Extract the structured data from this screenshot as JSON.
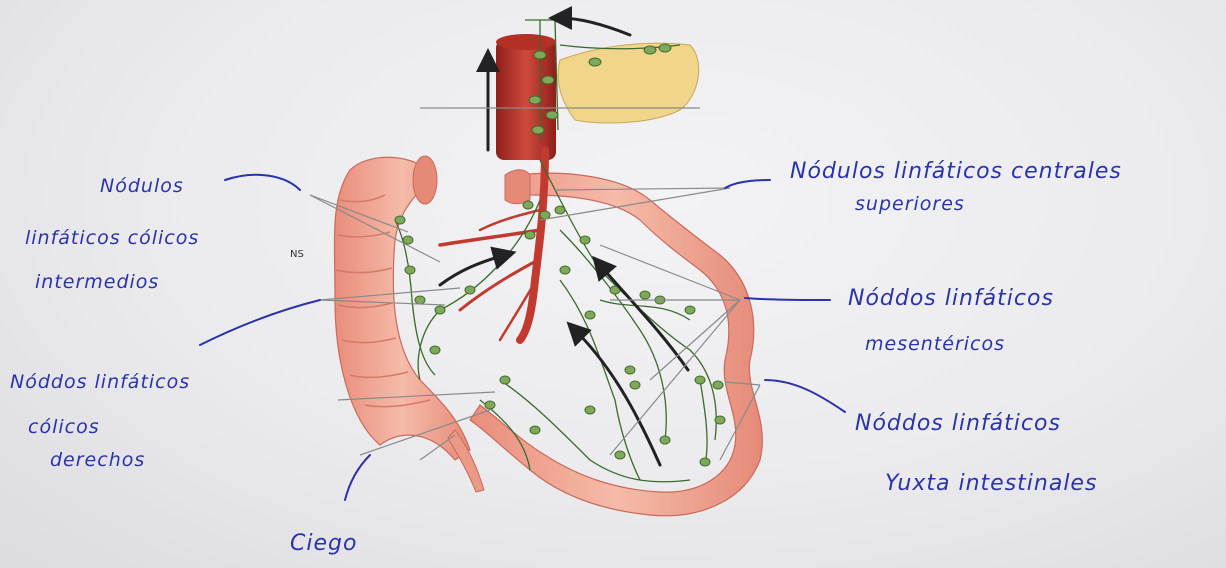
{
  "labels": {
    "intermediate": [
      "Nódulos",
      "linfáticos cólicos",
      "intermedios"
    ],
    "superior": [
      "Nódulos linfáticos centrales",
      "superiores"
    ],
    "mesenteric": [
      "Nóddos linfáticos",
      "mesentéricos"
    ],
    "right_colic": [
      "Nóddos linfáticos",
      "cólicos",
      "derechos"
    ],
    "juxta": [
      "Nóddos linfáticos",
      "Yuxta intestinales"
    ],
    "cecum": "Ciego",
    "small_tag": "NS"
  },
  "colors": {
    "ink": "#2b33a8",
    "intestine": "#f0a896",
    "artery": "#c2392f",
    "node": "#7fa85a",
    "pancreas": "#f0d58a"
  },
  "icons": [
    "arrow-icon"
  ]
}
